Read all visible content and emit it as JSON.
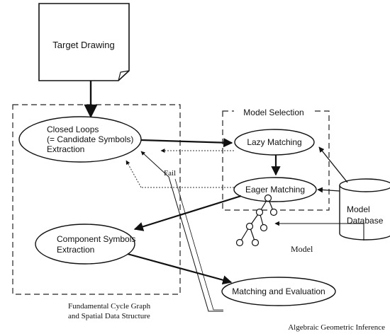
{
  "nodes": {
    "target_drawing": "Target Drawing",
    "closed_loops": [
      "Closed Loops",
      "(= Candidate Symbols)",
      "Extraction"
    ],
    "lazy_matching": "Lazy Matching",
    "eager_matching": "Eager Matching",
    "component_symbols": [
      "Component Symbols",
      "Extraction"
    ],
    "matching_evaluation": "Matching and Evaluation",
    "model_database": [
      "Model",
      "Database"
    ]
  },
  "labels": {
    "model_selection": "Model Selection",
    "fail": "Fail",
    "model": "Model",
    "fundamental_cycle": [
      "Fundamental Cycle Graph",
      "and Spatial Data Structure"
    ],
    "algebraic_inference": "Algebraic Geometric Inference"
  }
}
